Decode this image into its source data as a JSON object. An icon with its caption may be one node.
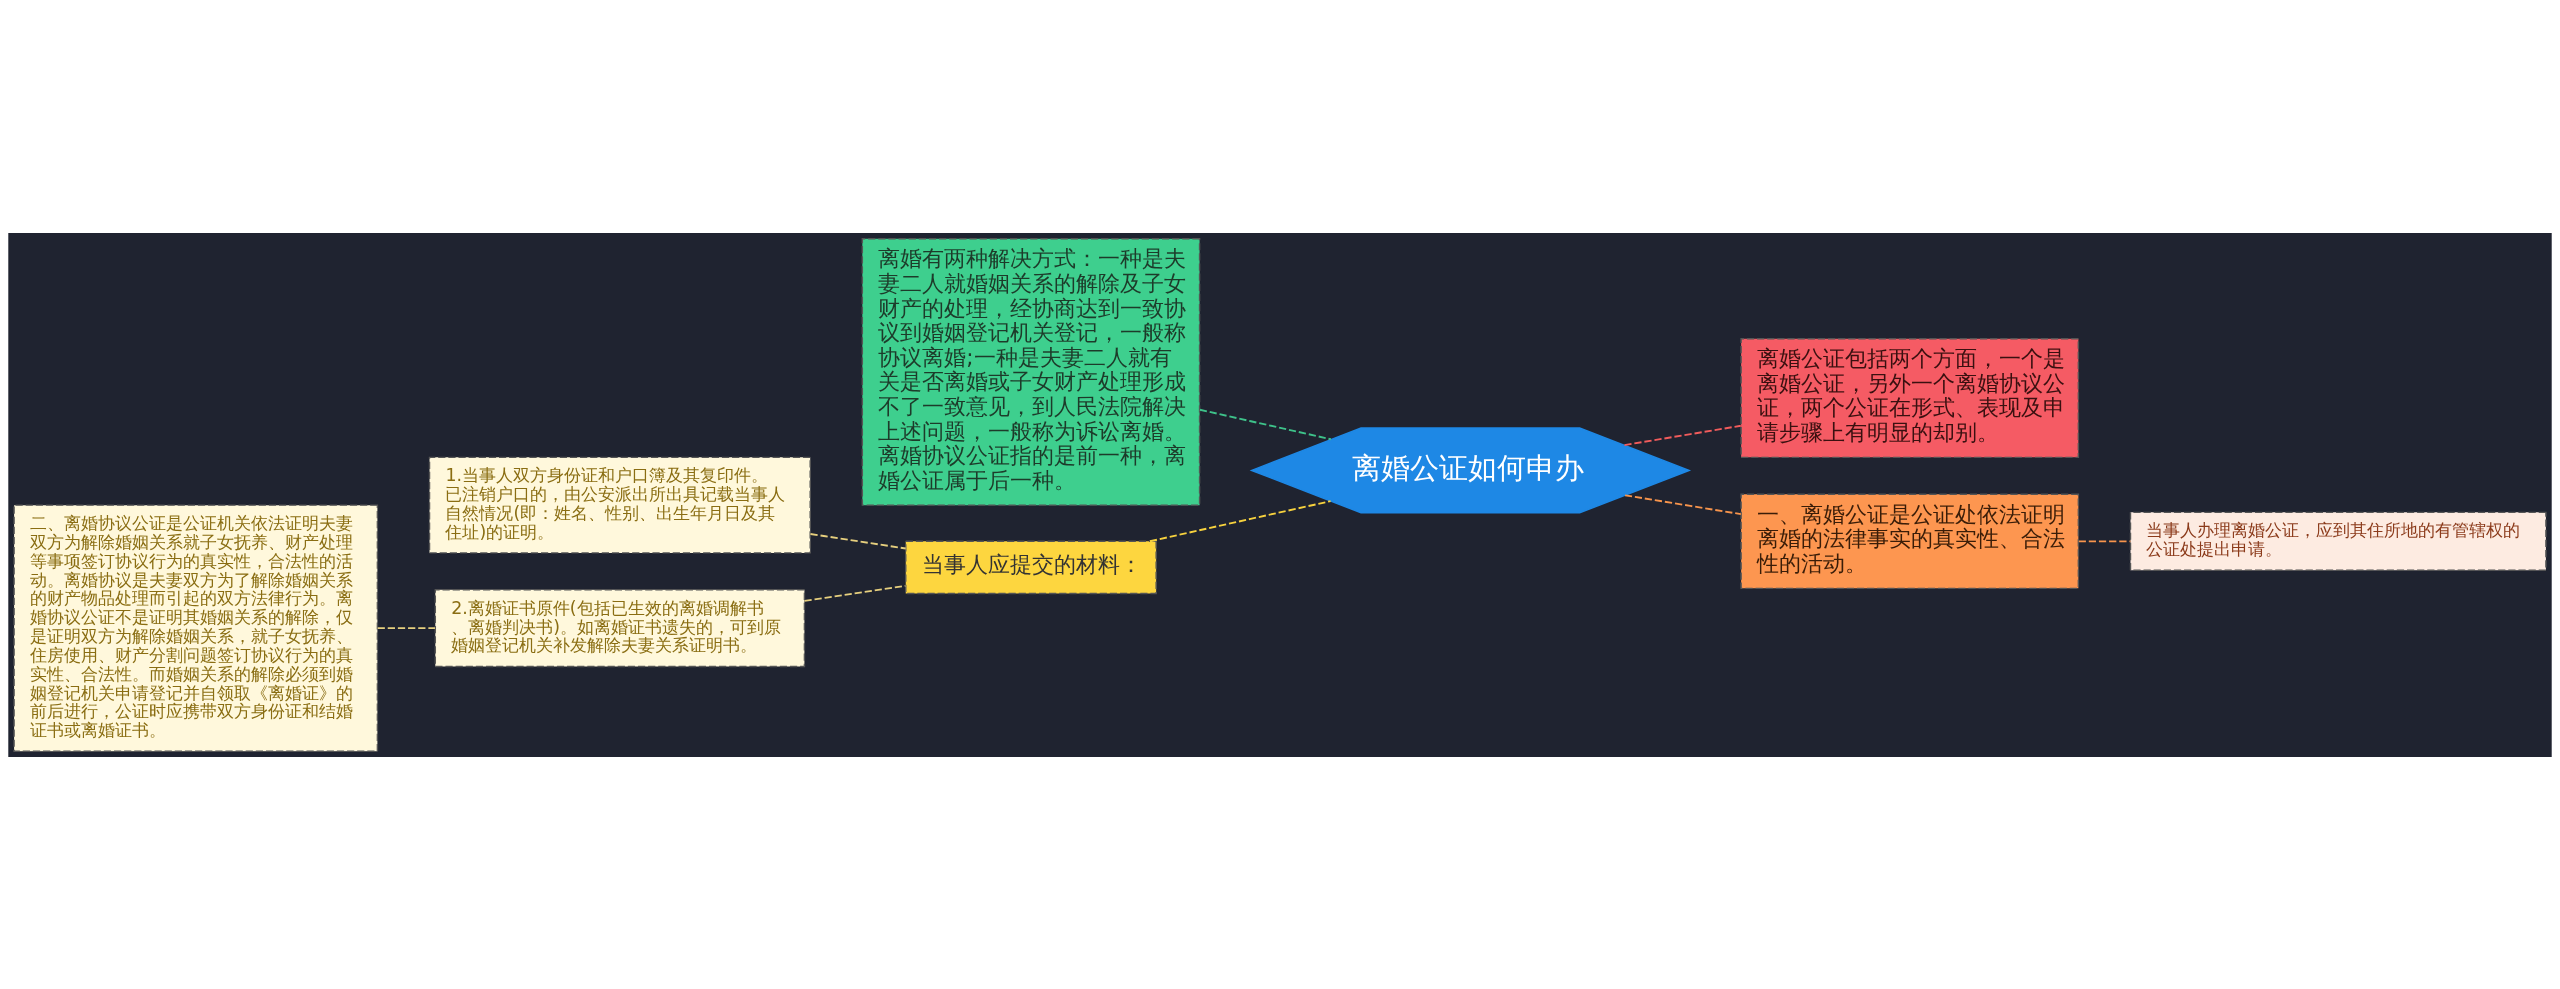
{
  "diagram": {
    "nodes": [
      {
        "text": [
          "离婚公证如何申办"
        ]
      },
      {
        "text": [
          "离婚有两种解决方式：一种是夫妻二人就婚姻关系的解除及子女财产的处理，经协商达到一致协议到婚姻登记机关登记，一般称协议离婚;一种是夫妻二人就有关是否离婚或子女财产处理形成不了一致意见，到人民法院解决上述问题，一般称为诉讼离婚。离婚协议公证指的是前一种，离婚公证属于后一种。"
        ]
      },
      {
        "text": [
          "当事人应提交的材料："
        ]
      },
      {
        "text": [
          "1.当事人双方身份证和户口簿及其复印件。已注销户口的，由公安派出所出具记载当事人自然情况(即：姓名、性别、出生年月日及其住址)的证明。"
        ]
      },
      {
        "text": [
          "2.离婚证书原件(包括已生效的离婚调解书、离婚判决书)。如离婚证书遗失的，可到原婚姻登记机关补发解除夫妻关系证明书。"
        ]
      },
      {
        "text": [
          "二、离婚协议公证是公证机关依法证明夫妻双方为解除婚姻关系就子女抚养、财产处理等事项签订协议行为的真实性，合法性的活动。离婚协议是夫妻双方为了解除婚姻关系的财产物品处理而引起的双方法律行为。离婚协议公证不是证明其婚姻关系的解除，仅是证明双方为解除婚姻关系，就子女抚养、住房使用、财产分割问题签订协议行为的真实性、合法性。而婚姻关系的解除必须到婚姻登记机关申请登记并自领取《离婚证》的前后进行，公证时应携带双方身份证和结婚证书或离婚证书。"
        ]
      },
      {
        "text": [
          "离婚公证包括两个方面，一个是离婚公证，另外一个离婚协议公证，两个公证在形式、表现及申请步骤上有明显的却别。"
        ]
      },
      {
        "text": [
          "一、离婚公证是公证处依法证明离婚的法律事实的真实性、合法性的活动。"
        ]
      },
      {
        "text": [
          "当事人办理离婚公证，应到其住所地的有管辖权的公证处提出申请。"
        ]
      }
    ],
    "edges": [
      {
        "from": 0,
        "to": 1,
        "arrow": "none",
        "style": "dashed",
        "color": "#3ec28a"
      },
      {
        "from": 0,
        "to": 2,
        "arrow": "none",
        "style": "dashed",
        "color": "#f7d23e"
      },
      {
        "from": 2,
        "to": 3,
        "arrow": "none",
        "style": "dashed",
        "color": "#e6cf7e"
      },
      {
        "from": 2,
        "to": 4,
        "arrow": "none",
        "style": "dashed",
        "color": "#e6cf7e"
      },
      {
        "from": 4,
        "to": 5,
        "arrow": "none",
        "style": "dashed",
        "color": "#e6cf7e"
      },
      {
        "from": 0,
        "to": 6,
        "arrow": "none",
        "style": "dashed",
        "color": "#f25c5c"
      },
      {
        "from": 0,
        "to": 7,
        "arrow": "none",
        "style": "dashed",
        "color": "#f7944c"
      },
      {
        "from": 7,
        "to": 8,
        "arrow": "none",
        "style": "dashed",
        "color": "#f7944c"
      }
    ]
  }
}
